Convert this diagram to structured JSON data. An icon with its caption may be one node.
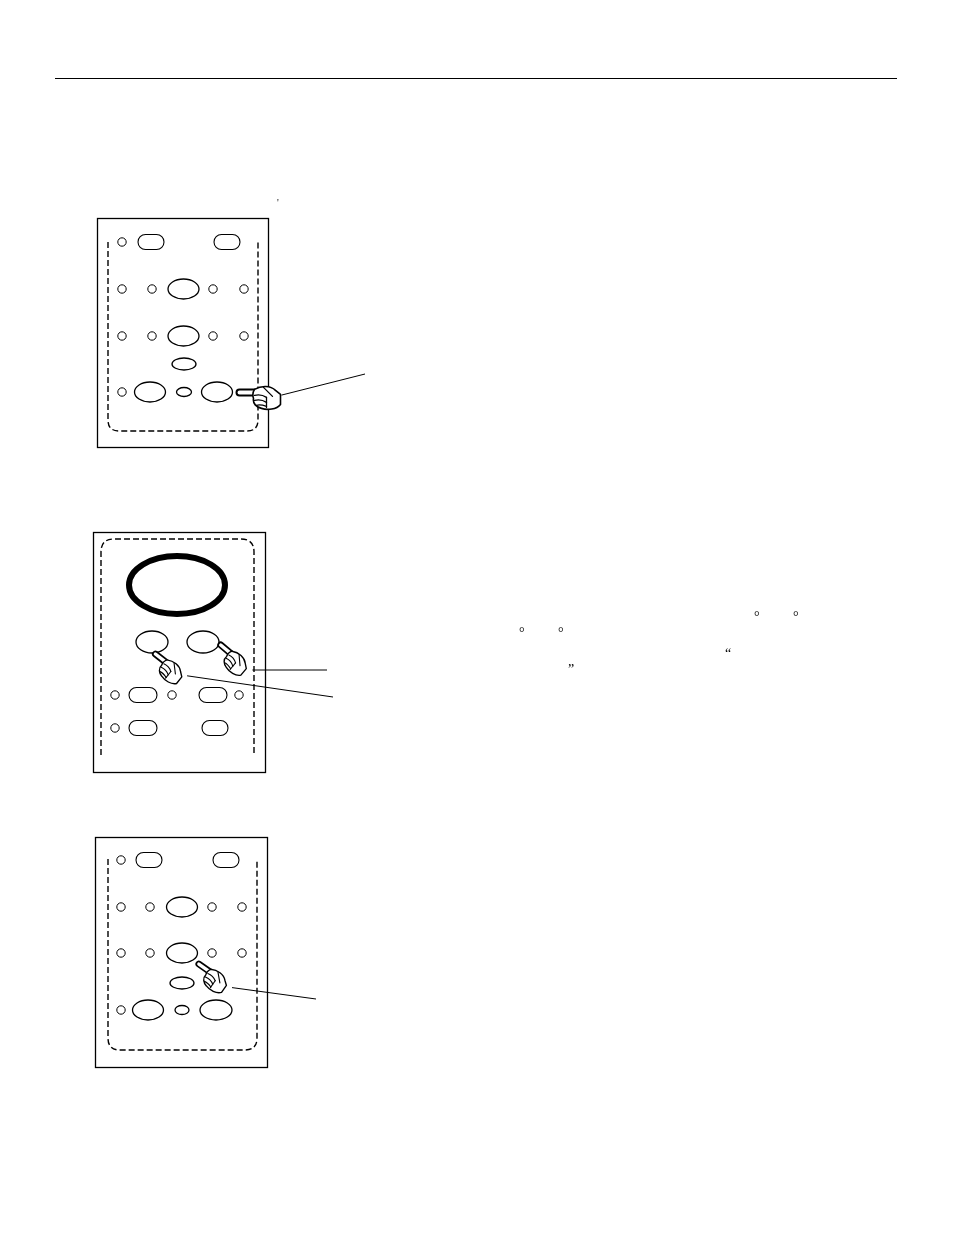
{
  "diagram": {
    "nodes": [
      {
        "text": [],
        "shape": "hand"
      },
      {
        "text": [],
        "shape": "hand"
      },
      {
        "text": [],
        "shape": "hand"
      },
      {
        "text": [],
        "shape": "hand"
      }
    ],
    "edges": [
      {
        "from": 0,
        "to": null,
        "arrow": "none"
      },
      {
        "from": 1,
        "to": null,
        "arrow": "none"
      },
      {
        "from": 2,
        "to": null,
        "arrow": "none"
      },
      {
        "from": 3,
        "to": null,
        "arrow": "none"
      }
    ],
    "labels": [
      "'",
      "°",
      "°",
      "°",
      "°",
      "“",
      "”"
    ]
  }
}
